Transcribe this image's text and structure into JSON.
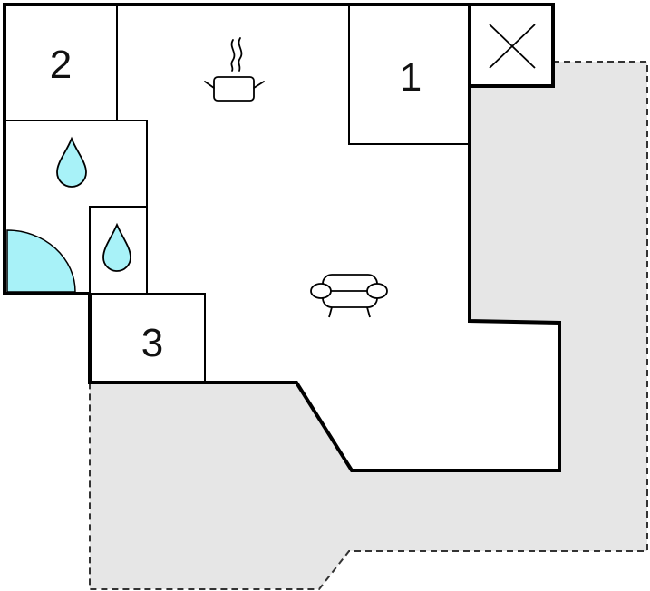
{
  "rooms": [
    {
      "id": "room-1",
      "label": "1"
    },
    {
      "id": "room-2",
      "label": "2"
    },
    {
      "id": "room-3",
      "label": "3"
    }
  ],
  "icons": {
    "kitchen": "cooking-pot-icon",
    "bathroom": "water-drop-icon",
    "shower": "shower-quarter-circle-icon",
    "living": "sofa-icon",
    "void": "cross-icon"
  },
  "colors": {
    "wall": "#000000",
    "outdoor_fill": "#e6e6e6",
    "outdoor_outline": "#333333",
    "water": "#a8f2f8",
    "room_fill": "#ffffff"
  }
}
